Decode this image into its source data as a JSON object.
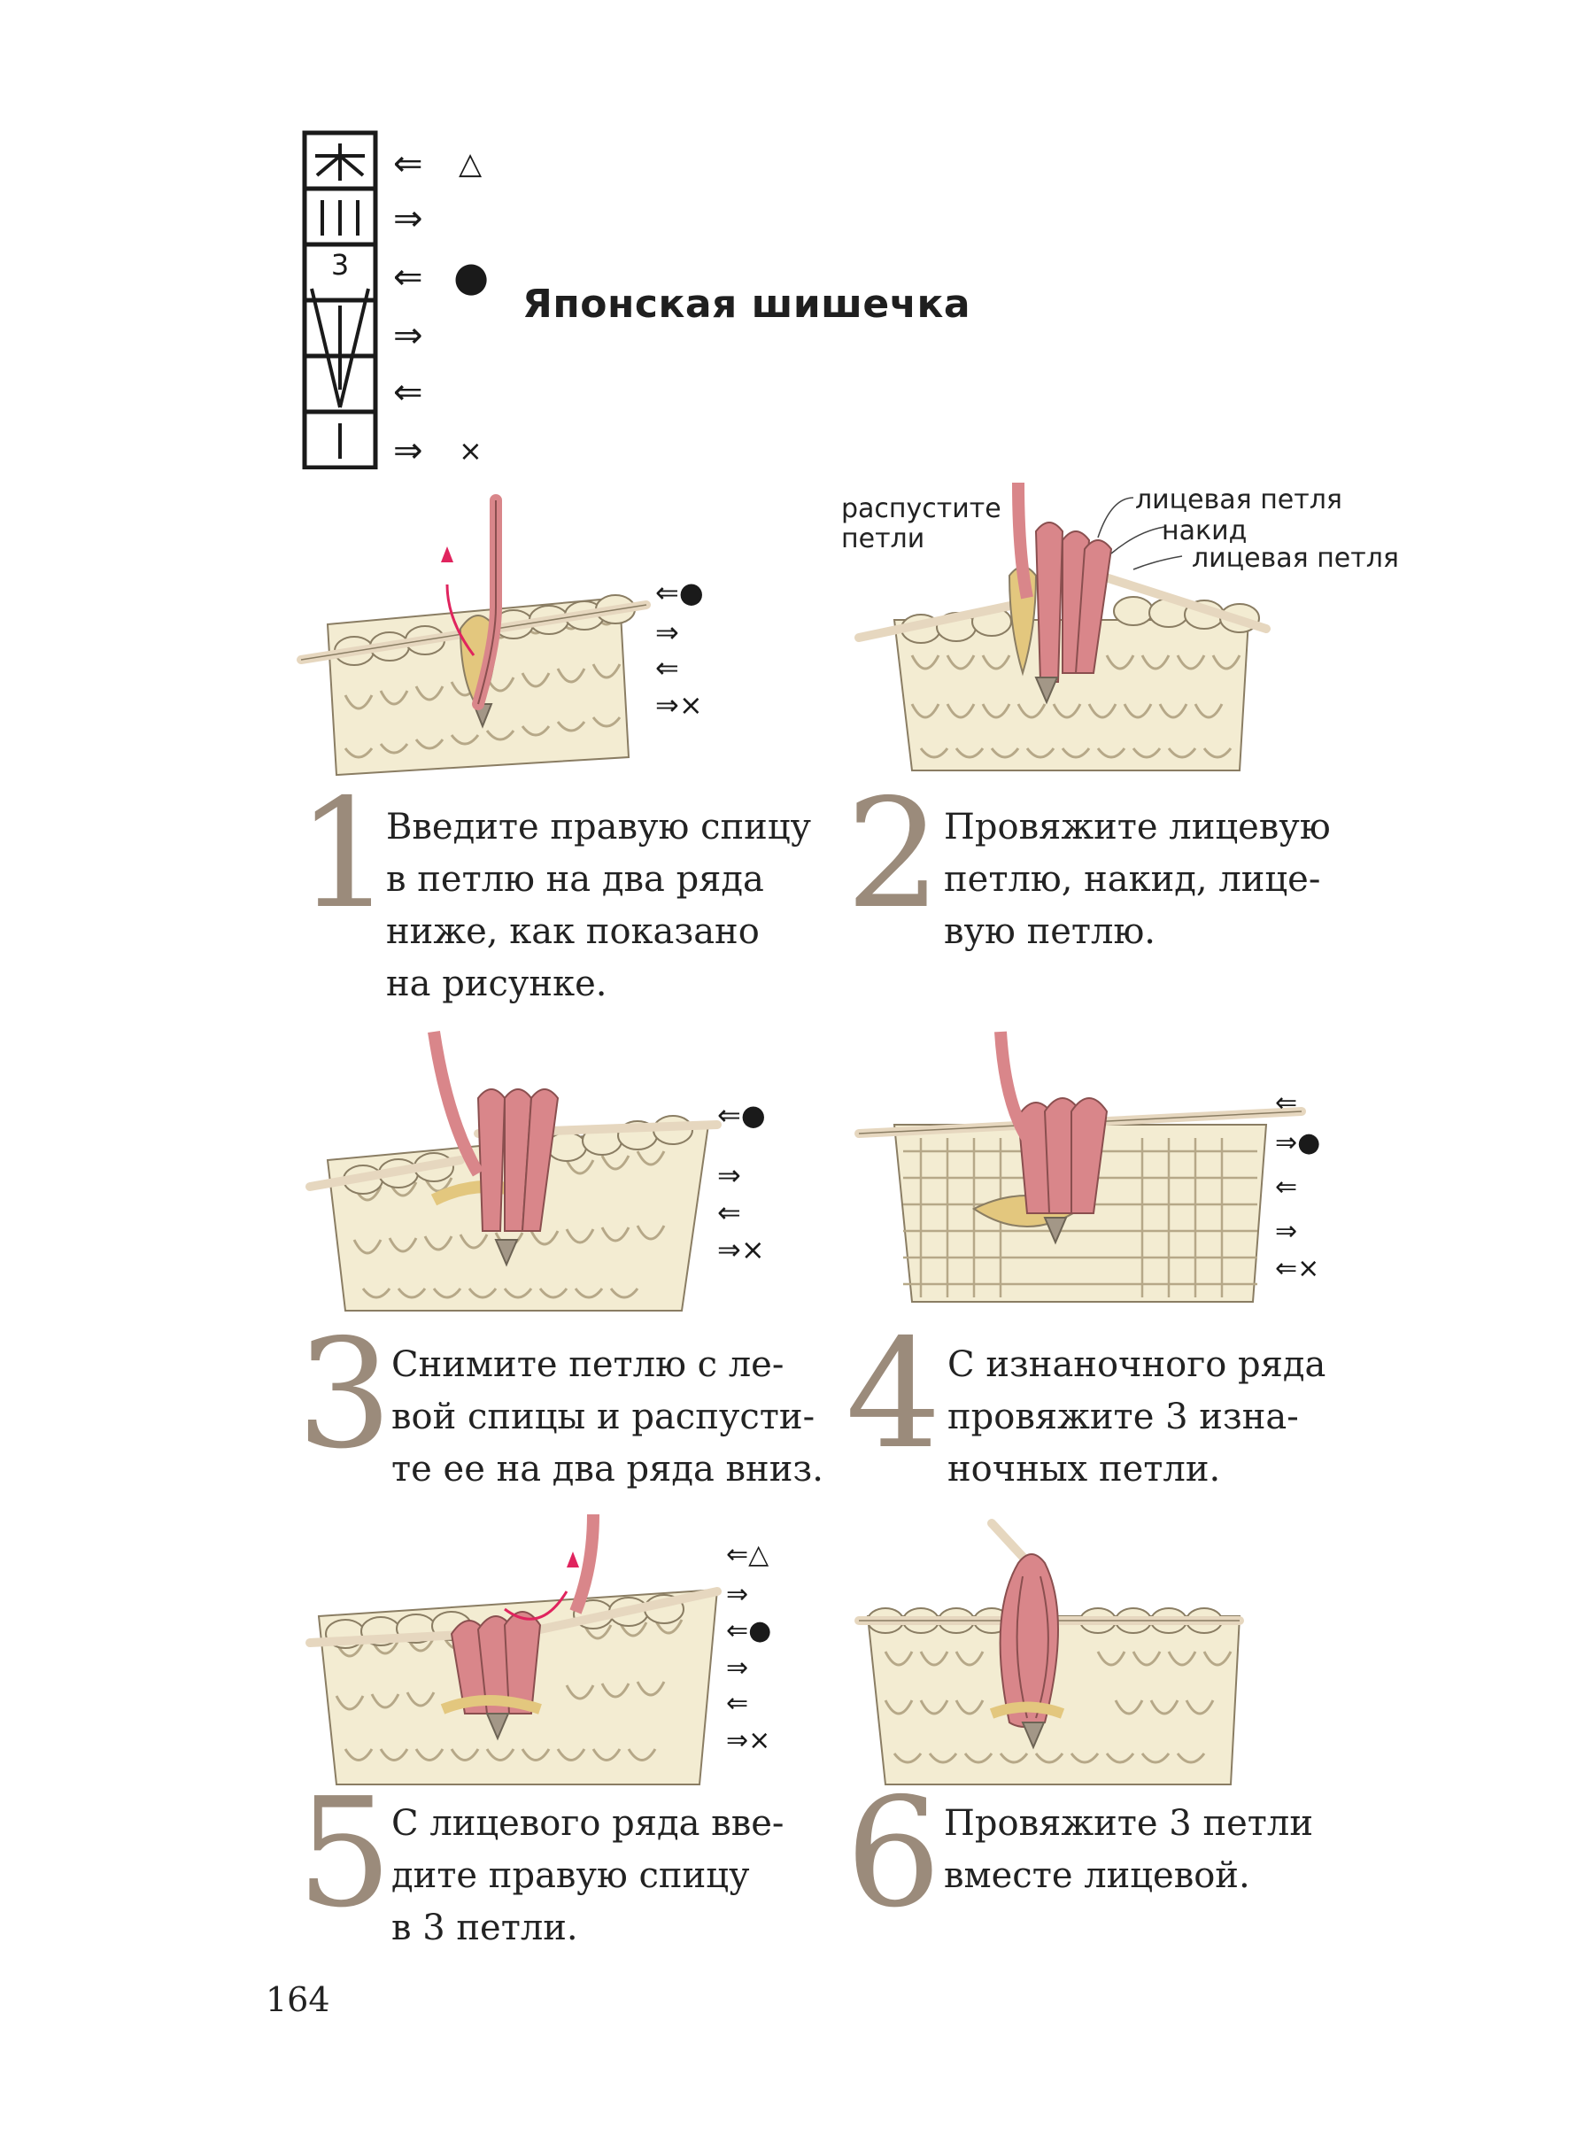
{
  "title": "Японская шишечка",
  "chart": {
    "cell_number": "3",
    "row_marks": [
      {
        "arrow": "⇐",
        "mark": "△"
      },
      {
        "arrow": "⇒",
        "mark": ""
      },
      {
        "arrow": "⇐",
        "mark": "●"
      },
      {
        "arrow": "⇒",
        "mark": ""
      },
      {
        "arrow": "⇐",
        "mark": ""
      },
      {
        "arrow": "⇒",
        "mark": "×"
      }
    ]
  },
  "labels": {
    "unravel": [
      "распустите",
      "петли"
    ],
    "knit1": "лицевая петля",
    "yarnover": "накид",
    "knit2": "лицевая петля"
  },
  "steps": [
    {
      "num": "1",
      "lines": [
        "Введите правую спицу",
        "в петлю на два ряда",
        "ниже, как показано",
        "на рисунке."
      ]
    },
    {
      "num": "2",
      "lines": [
        "Провяжите лицевую",
        "петлю, накид, лице-",
        "вую петлю."
      ]
    },
    {
      "num": "3",
      "lines": [
        "Снимите петлю с ле-",
        "вой спицы и распусти-",
        "те ее на два ряда вниз."
      ]
    },
    {
      "num": "4",
      "lines": [
        "С изнаночного ряда",
        "провяжите 3 изна-",
        "ночных петли."
      ]
    },
    {
      "num": "5",
      "lines": [
        "С лицевого ряда вве-",
        "дите правую спицу",
        "в 3 петли."
      ]
    },
    {
      "num": "6",
      "lines": [
        "Провяжите 3 петли",
        "вместе лицевой."
      ]
    }
  ],
  "illustration_marks": {
    "ill1": [
      "⇐●",
      "⇒",
      "⇐",
      "⇒×"
    ],
    "ill3": [
      "⇐●",
      "⇒",
      "⇐",
      "⇒×"
    ],
    "ill4": [
      "⇐",
      "⇒●",
      "⇐",
      "⇒",
      "⇐×"
    ],
    "ill5": [
      "⇐△",
      "⇒",
      "⇐●",
      "⇒",
      "⇐",
      "⇒×"
    ]
  },
  "page_number": "164",
  "colors": {
    "yarn_cream": "#f3ecd2",
    "yarn_pink": "#d9868a",
    "yarn_gold": "#e3c77e",
    "yarn_taupe": "#a39787",
    "needle": "#e6d7bf",
    "step_number": "#9b8b7b",
    "accent_arrow": "#e0245e"
  }
}
